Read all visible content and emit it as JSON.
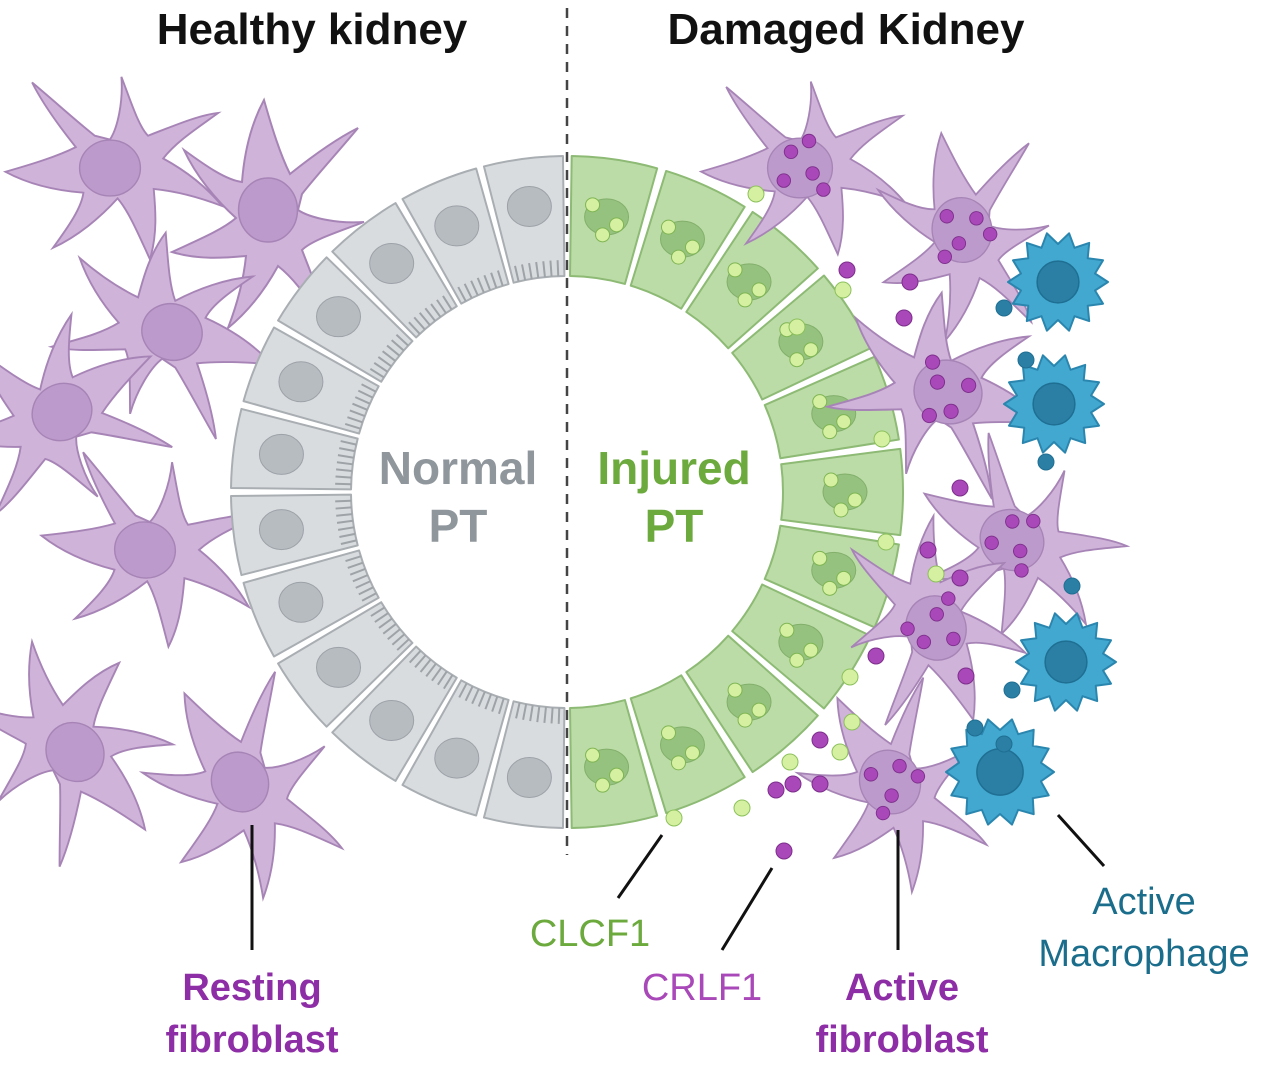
{
  "titles": {
    "healthy": "Healthy kidney",
    "damaged": "Damaged Kidney"
  },
  "tubule": {
    "normal_line1": "Normal",
    "normal_line2": "PT",
    "injured_line1": "Injured",
    "injured_line2": "PT"
  },
  "labels": {
    "resting_line1": "Resting",
    "resting_line2": "fibroblast",
    "clcf1": "CLCF1",
    "crlf1": "CRLF1",
    "active_fib_line1": "Active",
    "active_fib_line2": "fibroblast",
    "macrophage_line1": "Active",
    "macrophage_line2": "Macrophage"
  },
  "colors": {
    "fibroblast_fill": "#cfb3d9",
    "fibroblast_stroke": "#a784b6",
    "normal_cell_fill": "#d9dcdf",
    "normal_nucleus": "#b7bcc1",
    "injured_cell_fill": "#bcdca7",
    "injured_nucleus": "#95c27f",
    "clcf1_dot": "#d6f0a2",
    "crlf1_dot": "#a948b8",
    "macrophage_fill": "#42a8cf",
    "macrophage_dark": "#2b7fa5",
    "normal_text": "#8f969c",
    "injured_text": "#6caa3e",
    "purple_text": "#8e2ea6",
    "green_text": "#6caa3e",
    "blue_text": "#1b6d8c"
  }
}
